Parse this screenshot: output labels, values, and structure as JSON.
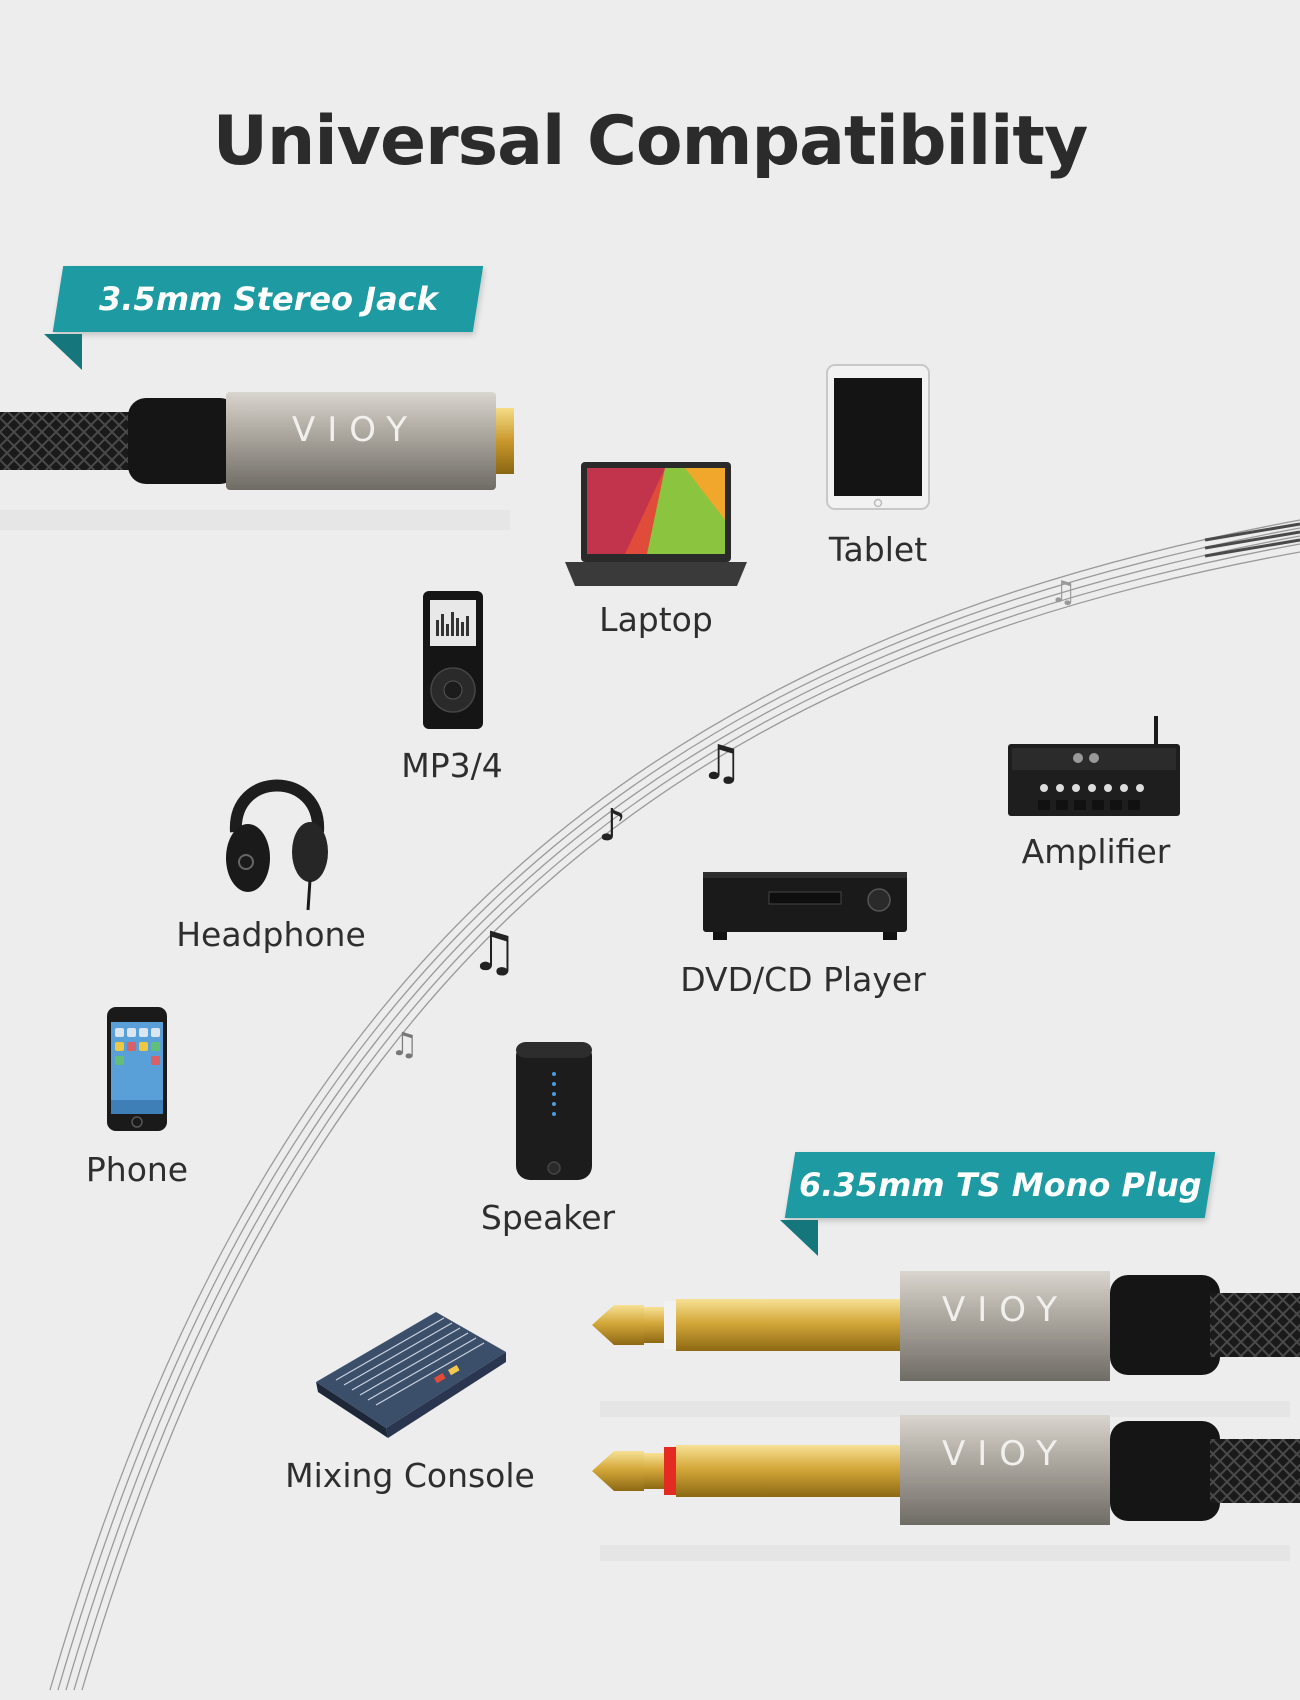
{
  "title": "Universal Compatibility",
  "banners": {
    "jack": "3.5mm Stereo Jack",
    "plug": "6.35mm TS Mono Plug"
  },
  "brand": "VIOY",
  "devices": {
    "laptop": "Laptop",
    "tablet": "Tablet",
    "mp3": "MP3/4",
    "headphone": "Headphone",
    "amplifier": "Amplifier",
    "dvd": "DVD/CD Player",
    "phone": "Phone",
    "speaker": "Speaker",
    "mixer": "Mixing Console"
  },
  "colors": {
    "accent": "#1d9aa2",
    "background": "#ededed",
    "gold": "#d8b24a",
    "silver": "#a8a49d"
  }
}
